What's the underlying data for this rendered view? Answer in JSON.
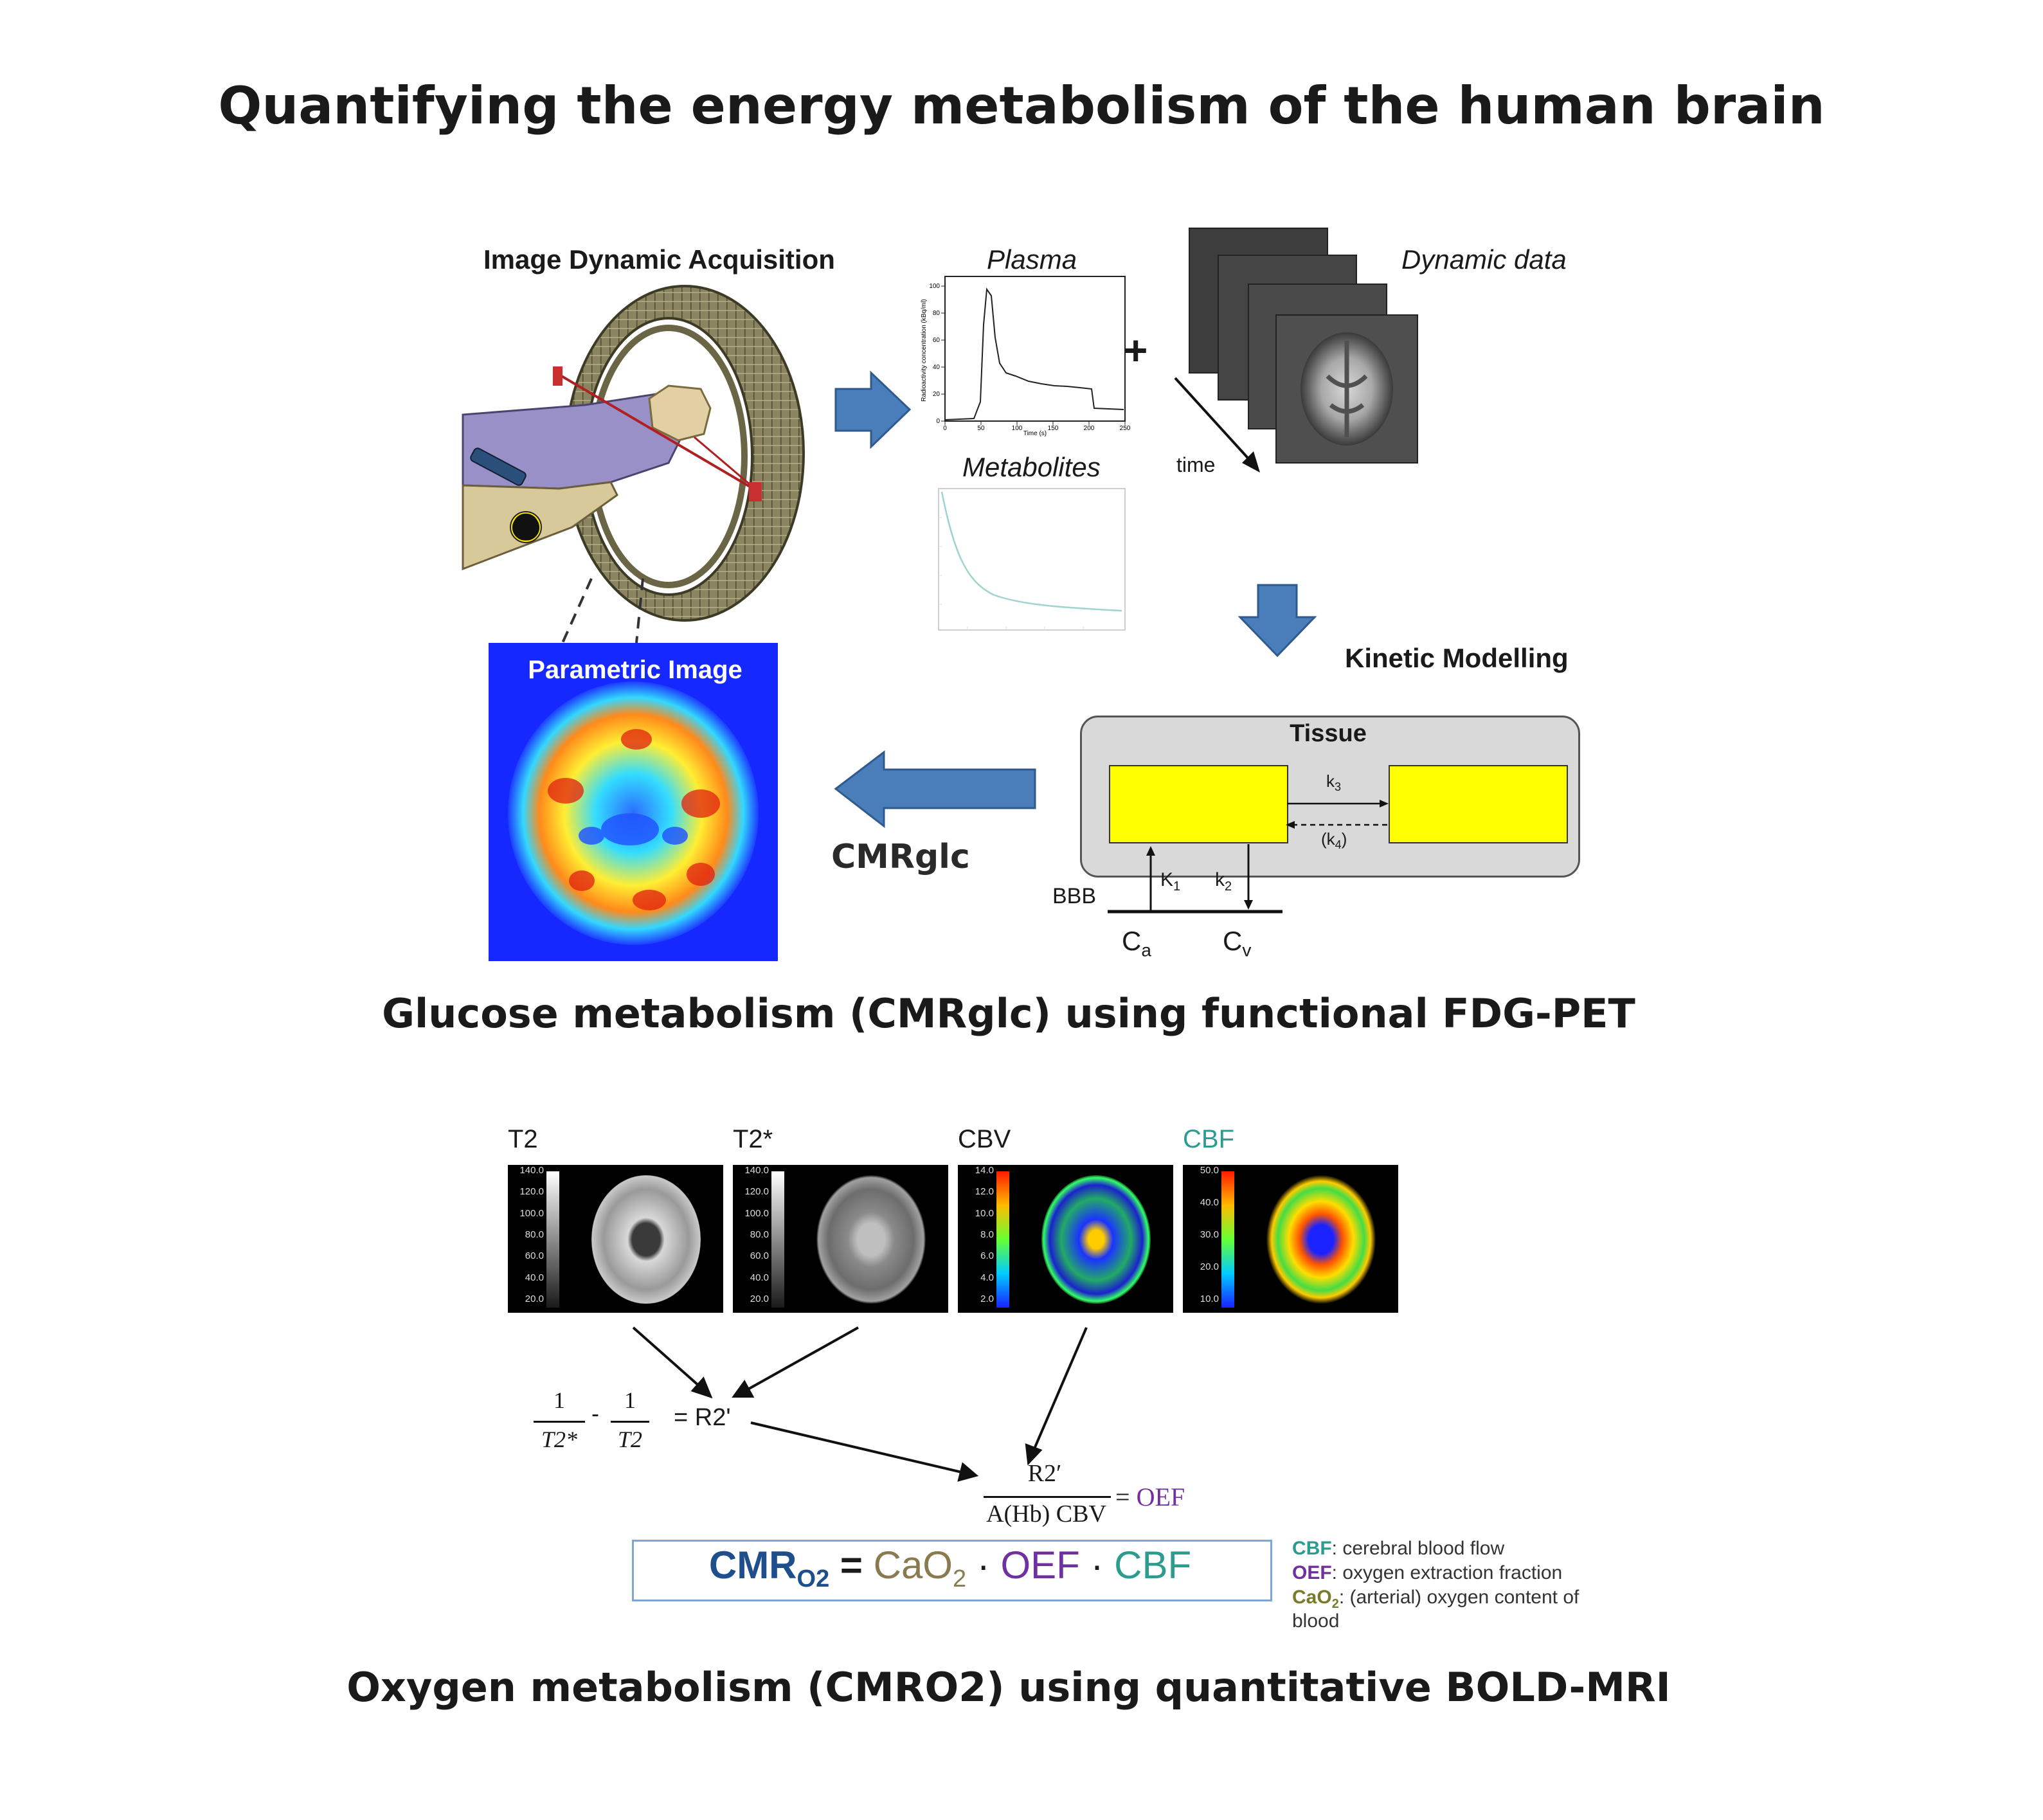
{
  "title": "Quantifying the energy metabolism of the human brain",
  "pet": {
    "acquisition_label": "Image Dynamic Acquisition",
    "plasma_label": "Plasma",
    "plasma_y_axis": "Radioactivity concentration (kBq/ml)",
    "plasma_x_axis": "Time (s)",
    "plasma_x_ticks": [
      "0",
      "50",
      "100",
      "150",
      "200",
      "250"
    ],
    "plasma_y_ticks": [
      "0",
      "20",
      "40",
      "60",
      "80",
      "100"
    ],
    "plus": "+",
    "dynamic_label": "Dynamic data",
    "time_label": "time",
    "metabolites_label": "Metabolites",
    "kinetic_label": "Kinetic Modelling",
    "tissue_label": "Tissue",
    "k3": "k",
    "k3_sub": "3",
    "k4": "(k",
    "k4_sub": "4",
    "k4_close": ")",
    "k1": "K",
    "k1_sub": "1",
    "k2": "k",
    "k2_sub": "2",
    "bbb": "BBB",
    "ca": "C",
    "ca_sub": "a",
    "cv": "C",
    "cv_sub": "v",
    "parametric_label": "Parametric Image",
    "cmrglc_label": "CMRglc",
    "section_title": "Glucose metabolism (CMRglc) using functional FDG-PET"
  },
  "mri": {
    "panels": [
      {
        "label": "T2",
        "color": "#1a1a1a",
        "ticks": [
          "140.0",
          "120.0",
          "100.0",
          "80.0",
          "60.0",
          "40.0",
          "20.0"
        ]
      },
      {
        "label": "T2*",
        "color": "#1a1a1a",
        "ticks": [
          "140.0",
          "120.0",
          "100.0",
          "80.0",
          "60.0",
          "40.0",
          "20.0"
        ]
      },
      {
        "label": "CBV",
        "color": "#1a1a1a",
        "ticks": [
          "14.0",
          "12.0",
          "10.0",
          "8.0",
          "6.0",
          "4.0",
          "2.0"
        ]
      },
      {
        "label": "CBF",
        "color": "#2a9d8f",
        "ticks": [
          "50.0",
          "40.0",
          "30.0",
          "20.0",
          "10.0"
        ]
      }
    ],
    "frac_num_1": "1",
    "frac_den_1": "T2*",
    "minus": "-",
    "frac_num_2": "1",
    "frac_den_2": "T2",
    "r2_eq": "= R2'",
    "oef_num": "R2′",
    "oef_den": "A(Hb) CBV",
    "oef_eq": "= ",
    "oef_word": "OEF",
    "eq_cmr": "CMR",
    "eq_cmr_sub": "O2",
    "eq_equals": " = ",
    "eq_cao2": "CaO",
    "eq_cao2_sub": "2",
    "eq_dot": " · ",
    "eq_oef": "OEF",
    "eq_cbf": "CBF",
    "legend": [
      {
        "key": "CBF",
        "key_sub": "",
        "text": ": cerebral blood flow",
        "color": "#2a9d8f"
      },
      {
        "key": "OEF",
        "key_sub": "",
        "text": ": oxygen extraction fraction",
        "color": "#7030a0"
      },
      {
        "key": "CaO",
        "key_sub": "2",
        "text": ": (arterial) oxygen content of",
        "color": "#7a7a2a"
      }
    ],
    "legend_cont": "blood",
    "section_title": "Oxygen metabolism (CMRO2) using quantitative BOLD-MRI"
  },
  "colors": {
    "arrow_blue": "#4a7ebb",
    "tissue_yellow": "#ffff00",
    "cmr_blue": "#1f4e8c",
    "cao2": "#8a7a50",
    "oef": "#7030a0",
    "cbf": "#2a9d8f",
    "param_bg": "#1428ff"
  }
}
